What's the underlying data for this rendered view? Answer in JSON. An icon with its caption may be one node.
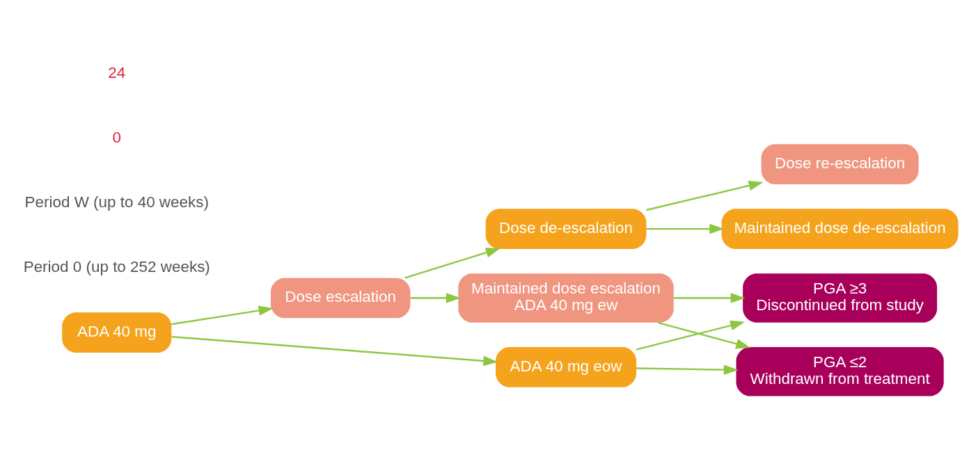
{
  "diagram": {
    "nodes": [
      {
        "text": [
          "ADA 40 mg"
        ]
      },
      {
        "text": [
          "Dose escalation"
        ]
      },
      {
        "text": [
          "Maintained dose escalation",
          "ADA 40 mg ew"
        ]
      },
      {
        "text": [
          "Dose re-escalation"
        ]
      },
      {
        "text": [
          "Dose de-escalation"
        ]
      },
      {
        "text": [
          "Maintained dose de-escalation"
        ]
      },
      {
        "text": [
          "ADA 40 mg eow"
        ]
      },
      {
        "text": [
          "PGA ≥3",
          "Discontinued from study"
        ]
      },
      {
        "text": [
          "PGA ≤2",
          "Withdrawn from treatment"
        ]
      }
    ],
    "edges": [
      {
        "from": 0,
        "to": 1,
        "arrow": "to"
      },
      {
        "from": 0,
        "to": 6,
        "arrow": "to"
      },
      {
        "from": 1,
        "to": 2,
        "arrow": "to"
      },
      {
        "from": 1,
        "to": 4,
        "arrow": "to"
      },
      {
        "from": 4,
        "to": 3,
        "arrow": "to"
      },
      {
        "from": 4,
        "to": 5,
        "arrow": "to"
      },
      {
        "from": 2,
        "to": 7,
        "arrow": "to"
      },
      {
        "from": 2,
        "to": 8,
        "arrow": "to"
      },
      {
        "from": 6,
        "to": 7,
        "arrow": "to"
      },
      {
        "from": 6,
        "to": 8,
        "arrow": "to"
      }
    ],
    "labels": [
      "Period 0 (up to 252 weeks)",
      "Period W (up to 40 weeks)",
      "0",
      "24"
    ]
  }
}
